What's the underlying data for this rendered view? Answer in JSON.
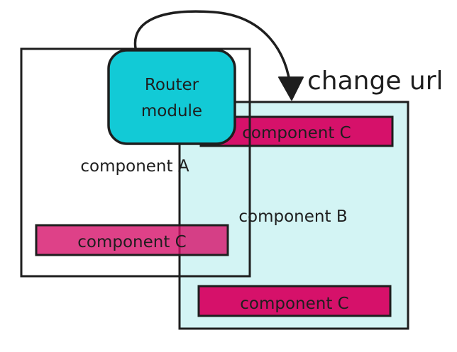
{
  "colors": {
    "background": "#ffffff",
    "stroke": "#1e1e1e",
    "component_b_fill": "#d3f4f4",
    "router_fill": "#12cad6",
    "component_c_fill": "#d6116a"
  },
  "diagram": {
    "edge_label": "change url",
    "component_a": {
      "label": "component A"
    },
    "component_b": {
      "label": "component B"
    },
    "router": {
      "line1": "Router",
      "line2": "module"
    },
    "component_c": {
      "label": "component C"
    }
  }
}
